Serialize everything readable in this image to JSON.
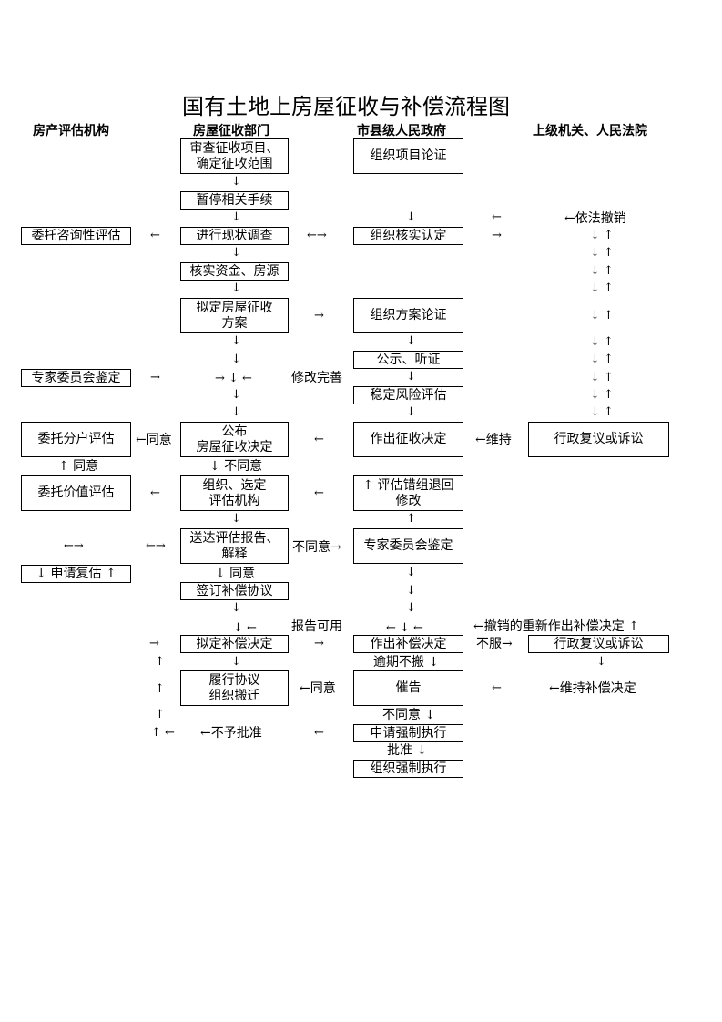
{
  "title": "国有土地上房屋征收与补偿流程图",
  "columns": {
    "appraisal": "房产评估机构",
    "department": "房屋征收部门",
    "government": "市县级人民政府",
    "superior": "上级机关、人民法院"
  },
  "appraisal_boxes": {
    "consult": "委托咨询性评估",
    "expert": "专家委员会鉴定",
    "household": "委托分户评估",
    "value": "委托价值评估",
    "reappraise": "↓ 申请复估 ↑"
  },
  "department_boxes": {
    "review": "审查征收项目、\n确定征收范围",
    "suspend": "暂停相关手续",
    "survey": "进行现状调查",
    "verify": "核实资金、房源",
    "plan": "拟定房屋征收\n方案",
    "announce": "公布\n房屋征收决定",
    "select": "组织、选定\n评估机构",
    "deliver": "送达评估报告、\n解释",
    "sign": "签订补偿协议",
    "draft": "拟定补偿决定",
    "perform": "履行协议\n组织搬迁"
  },
  "government_boxes": {
    "demonstrate": "组织项目论证",
    "confirm": "组织核实认定",
    "scheme": "组织方案论证",
    "publicize": "公示、听证",
    "risk": "稳定风险评估",
    "decision": "作出征收决定",
    "error": "↑ 评估错组退回\n修改",
    "expert": "专家委员会鉴定",
    "compensation": "作出补偿决定",
    "urge": "催告",
    "apply": "申请强制执行",
    "execute": "组织强制执行"
  },
  "superior_boxes": {
    "review1": "行政复议或诉讼",
    "review2": "行政复议或诉讼"
  },
  "labels": {
    "revoke": "←依法撤销",
    "modify": "修改完善",
    "agree1": "←同意",
    "agree_up": "↑ 同意",
    "disagree_down": "↓ 不同意",
    "maintain": "←维持",
    "disagree_right": "不同意→",
    "agree_down": "↓ 同意",
    "report_ok": "报告可用",
    "revoke_redo": "←撤销的重新作出补偿决定 ↑",
    "not_accept": "不服→",
    "overdue": "逾期不搬 ↓",
    "agree2": "←同意",
    "maintain_comp": "←维持补偿决定",
    "disagree2": "不同意 ↓",
    "not_approve": "←不予批准",
    "approve": "批准 ↓"
  }
}
